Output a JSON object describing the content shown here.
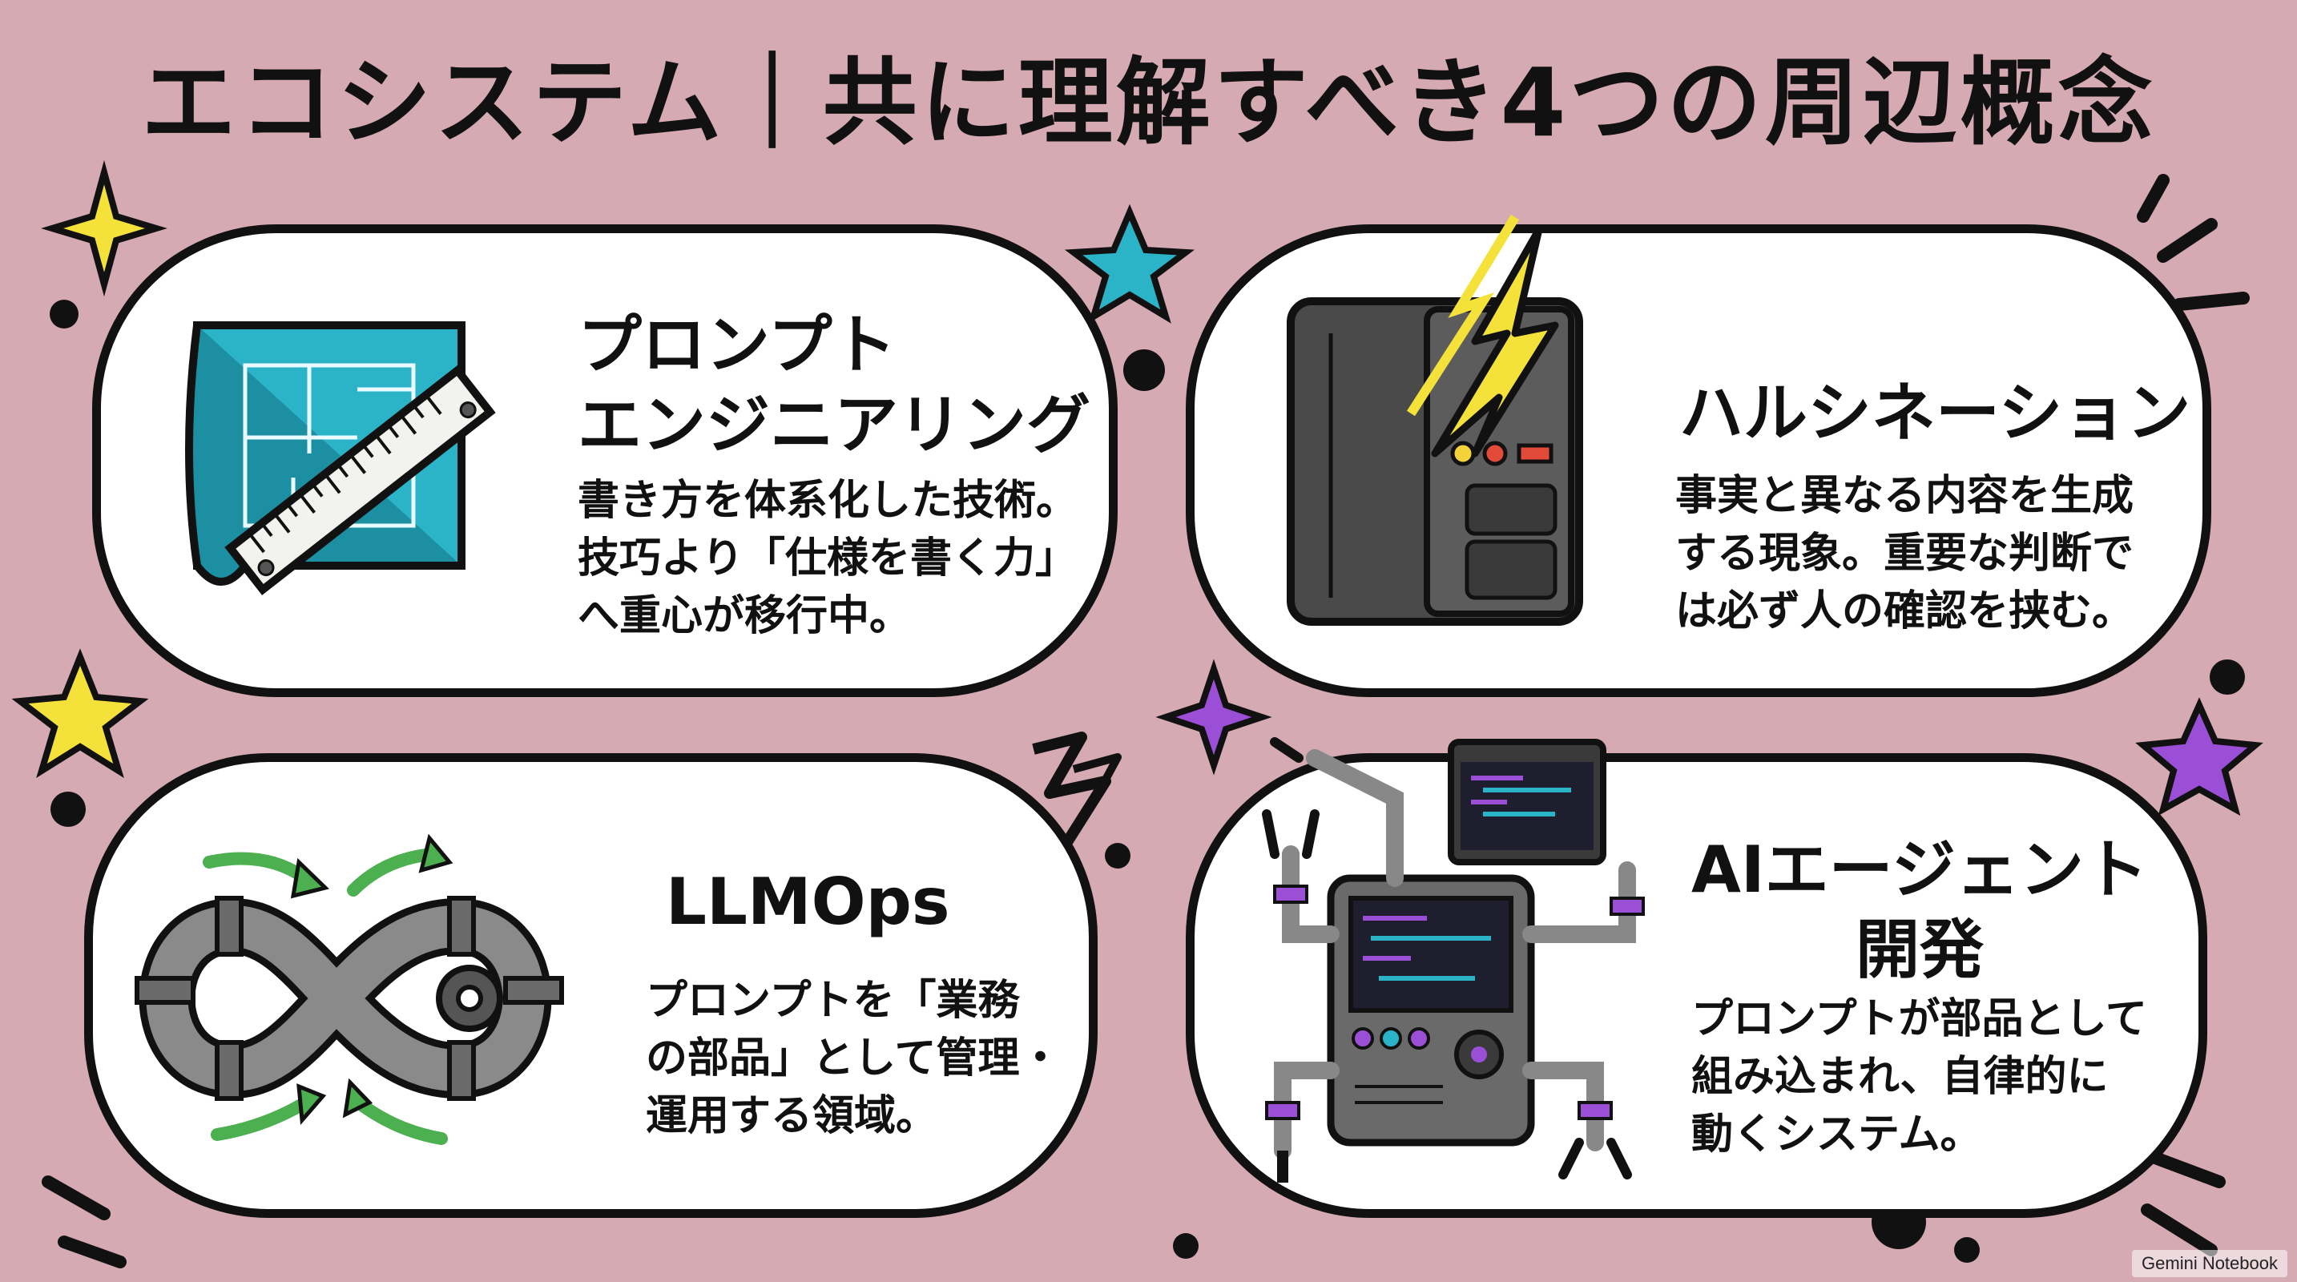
{
  "page": {
    "title": "エコシステム｜共に理解すべき4つの周辺概念",
    "background_color": "#d6aab3"
  },
  "cards": [
    {
      "title_lines": [
        "プロンプト",
        "エンジニアリング"
      ],
      "body_lines": [
        "書き方を体系化した技術。",
        "技巧より「仕様を書く力」",
        "へ重心が移行中。"
      ],
      "icon": "blueprint-ruler-icon"
    },
    {
      "title_lines": [
        "ハルシネーション"
      ],
      "body_lines": [
        "事実と異なる内容を生成",
        "する現象。重要な判断で",
        "は必ず人の確認を挟む。"
      ],
      "icon": "server-lightning-icon"
    },
    {
      "title_lines": [
        "LLMOps"
      ],
      "body_lines": [
        "プロンプトを「業務",
        "の部品」として管理・",
        "運用する領域。"
      ],
      "icon": "infinity-pipeline-icon"
    },
    {
      "title_lines": [
        "AIエージェント",
        "開発"
      ],
      "body_lines": [
        "プロンプトが部品として",
        "組み込まれ、自律的に",
        "動くシステム。"
      ],
      "icon": "robot-terminal-icon"
    }
  ],
  "watermark": "Gemini Notebook",
  "colors": {
    "accent_teal": "#2bb3c8",
    "accent_yellow": "#f4e23a",
    "accent_purple": "#9b4fd6",
    "accent_green": "#4caf50",
    "ink": "#111111"
  }
}
